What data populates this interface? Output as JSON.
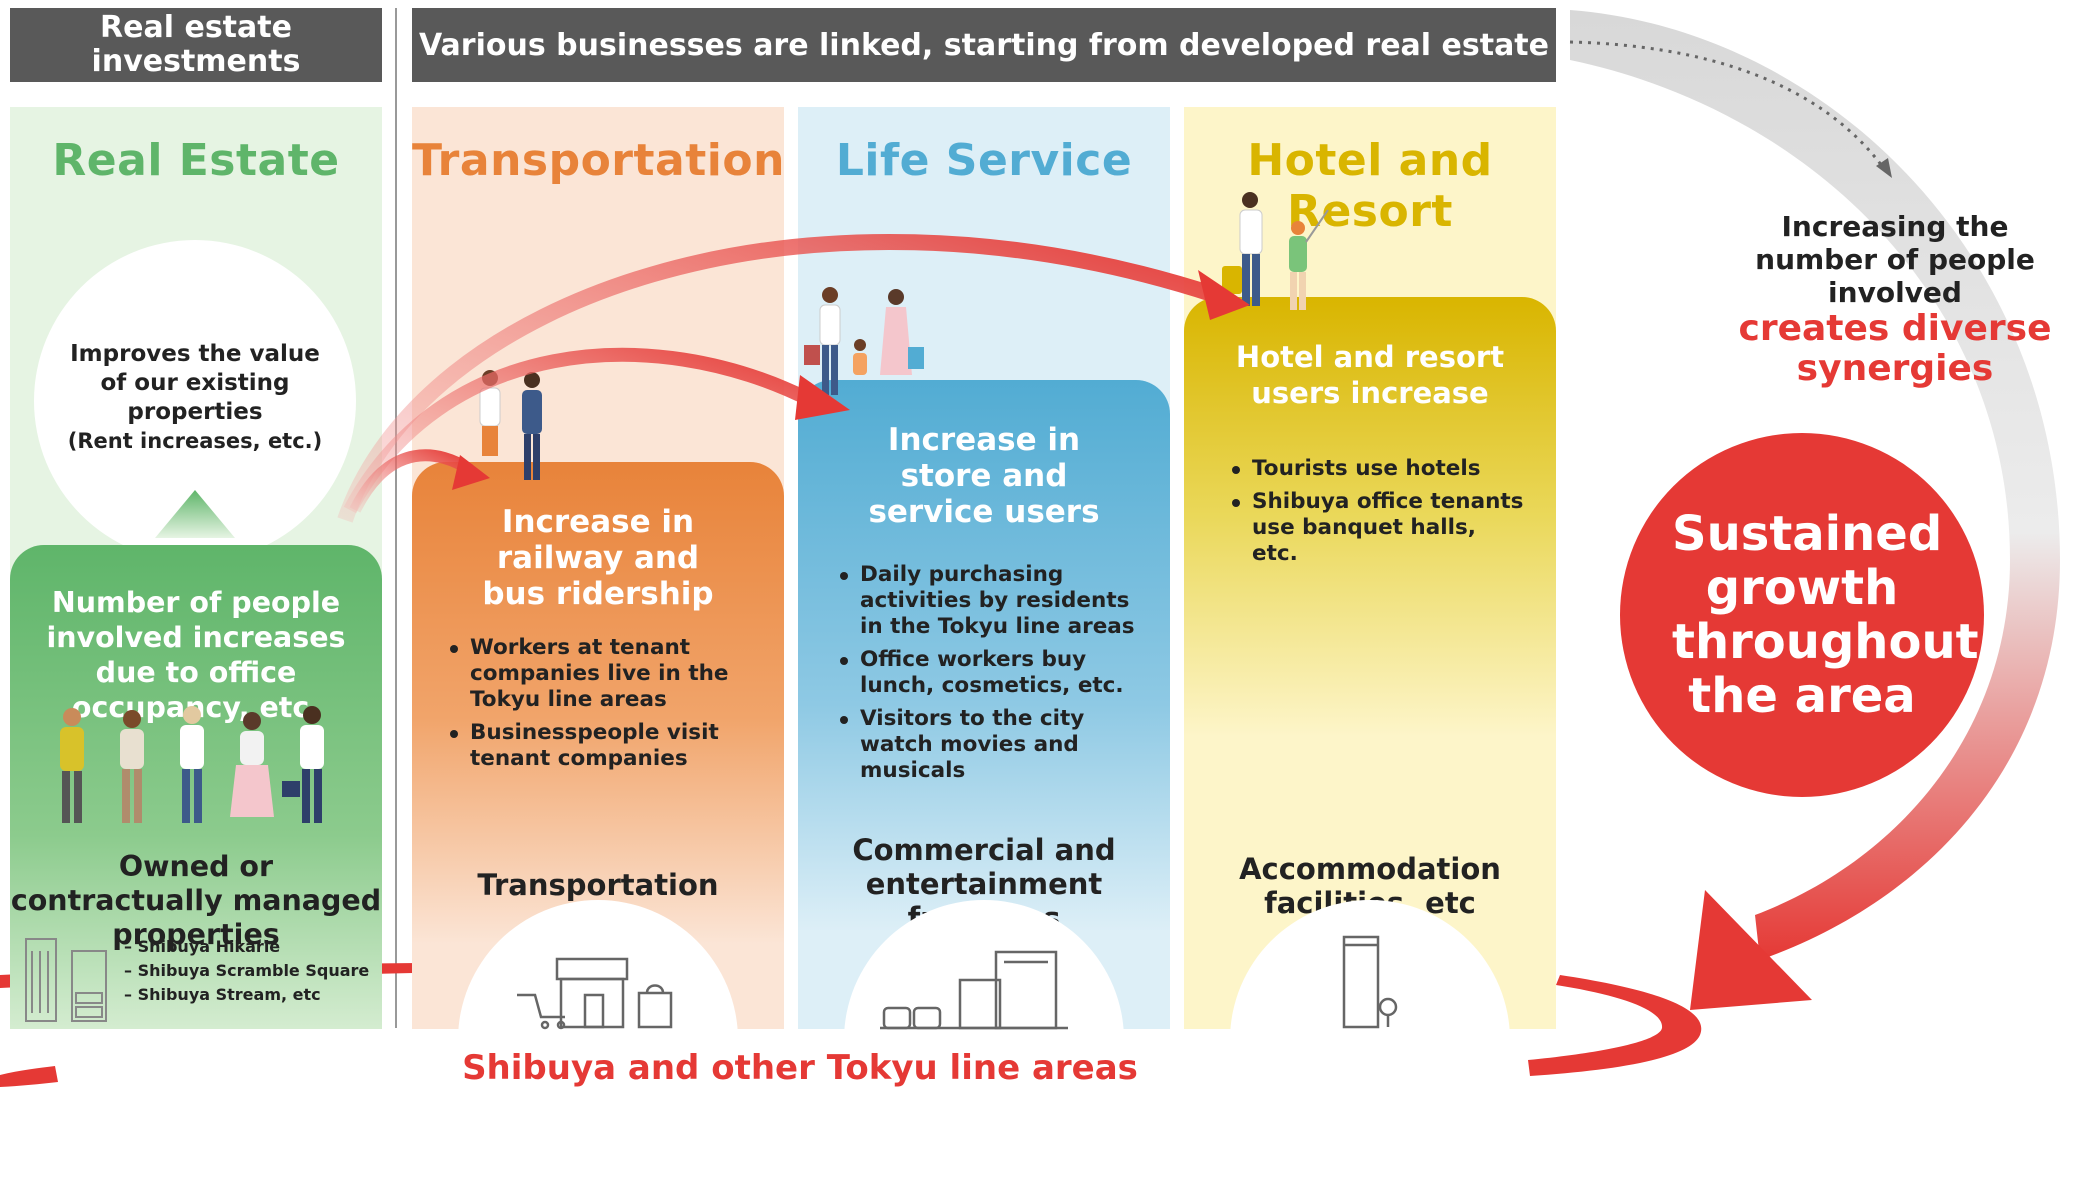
{
  "headers": {
    "left": "Real estate investments",
    "main": "Various businesses are linked, starting from developed real estate"
  },
  "columns": {
    "real_estate": {
      "title": "Real Estate",
      "circle_line1": "Improves the value of our existing properties",
      "circle_line2": "(Rent increases, etc.)",
      "card_title": "Number of people involved increases due to office occupancy, etc.",
      "function": "Owned or contractually managed properties",
      "properties": [
        "Shibuya Hikarie",
        "Shibuya Scramble Square",
        "Shibuya Stream, etc"
      ]
    },
    "transportation": {
      "title": "Transportation",
      "card_title": "Increase in railway and bus ridership",
      "bullets": [
        "Workers at tenant companies live in the Tokyu line areas",
        "Businesspeople visit tenant companies"
      ],
      "function": "Transportation"
    },
    "life_service": {
      "title": "Life Service",
      "card_title": "Increase in store and service users",
      "bullets": [
        "Daily purchasing activities by residents in the Tokyu line areas",
        "Office workers buy lunch, cosmetics, etc.",
        "Visitors to the city watch movies and musicals"
      ],
      "function": "Commercial and entertainment functions"
    },
    "hotel": {
      "title": "Hotel and Resort",
      "card_title": "Hotel and resort users increase",
      "bullets": [
        "Tourists use hotels",
        "Shibuya office tenants use banquet halls, etc."
      ],
      "function": "Accommodation facilities, etc"
    }
  },
  "right": {
    "line1": "Increasing the number of people involved",
    "line2": "creates diverse synergies",
    "big_circle": "Sustained growth throughout the area"
  },
  "bottom_label": "Shibuya and other Tokyu line areas",
  "colors": {
    "header_bg": "#595959",
    "real_estate_bg": "#e6f4e3",
    "real_estate_accent": "#5fb56a",
    "transport_bg": "#fbe5d6",
    "transport_accent": "#e8833a",
    "life_bg": "#ddeff7",
    "life_accent": "#52acd3",
    "hotel_bg": "#fdf5c9",
    "hotel_accent": "#d9b500",
    "red": "#e53935"
  }
}
